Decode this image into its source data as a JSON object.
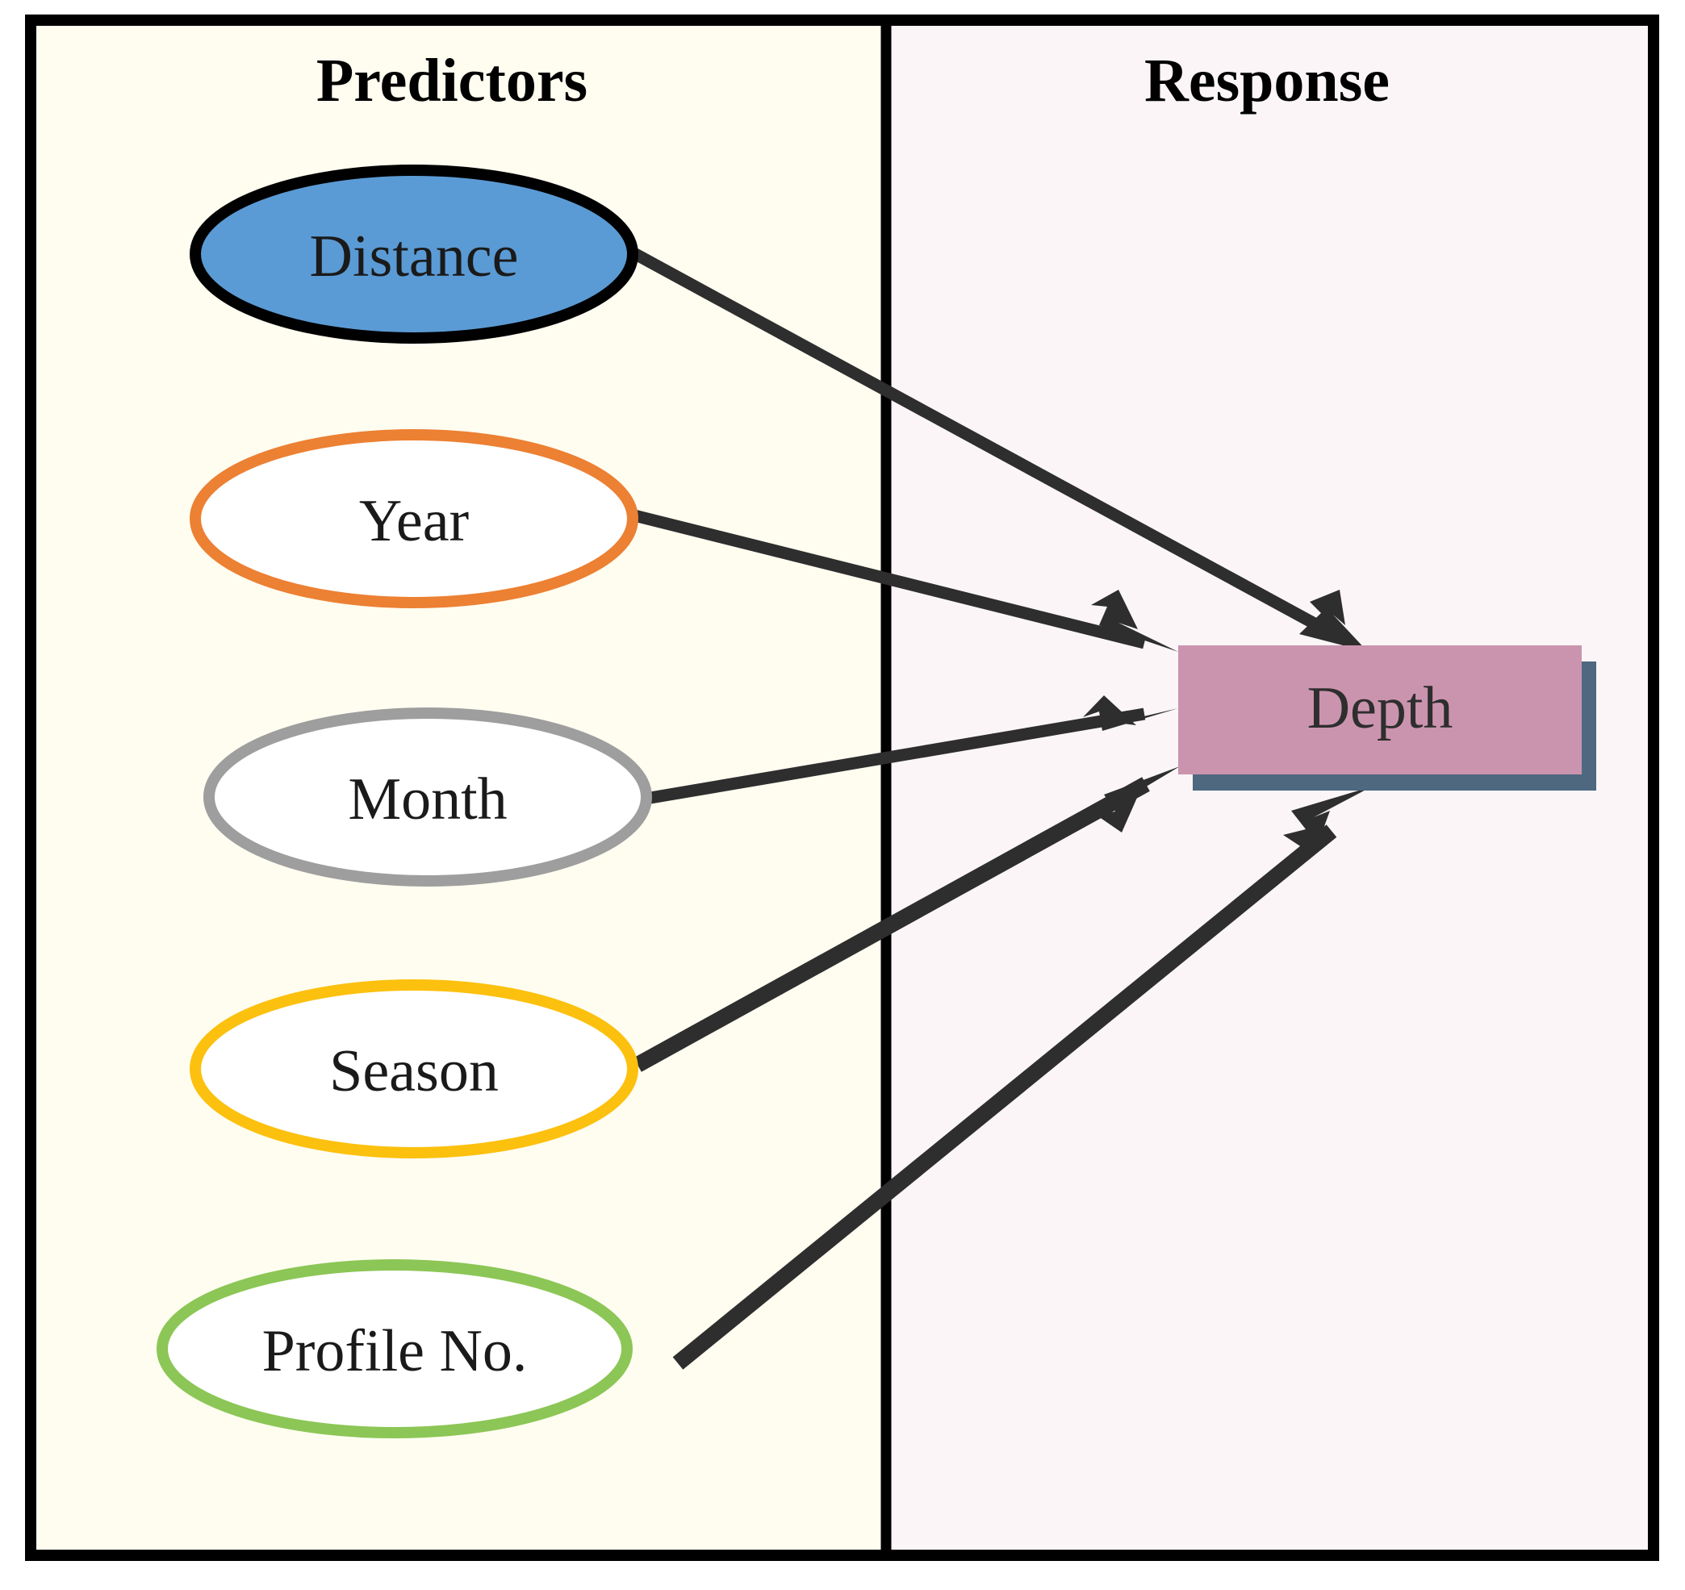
{
  "figure": {
    "type": "flow-diagram",
    "description": "Model schematic mapping predictor variables to a response variable"
  },
  "panels": {
    "left": {
      "title": "Predictors",
      "background_color": "#fffdf0"
    },
    "right": {
      "title": "Response",
      "background_color": "#fbf5f7"
    },
    "frame_color": "#000000",
    "divider_color": "#000000"
  },
  "predictors": [
    {
      "label": "Distance",
      "outline_color": "#000000",
      "fill_color": "#5b9bd5",
      "outline_width": 14
    },
    {
      "label": "Year",
      "outline_color": "#ec8033",
      "fill_color": "#ffffff",
      "outline_width": 14
    },
    {
      "label": "Month",
      "outline_color": "#9e9e9e",
      "fill_color": "#ffffff",
      "outline_width": 14
    },
    {
      "label": "Season",
      "outline_color": "#fcc00e",
      "fill_color": "#ffffff",
      "outline_width": 14
    },
    {
      "label": "Profile No.",
      "outline_color": "#8cc656",
      "fill_color": "#ffffff",
      "outline_width": 14
    }
  ],
  "response": {
    "label": "Depth",
    "fill_color": "#cb94ae",
    "shadow_color": "#4e6880"
  },
  "edges": [
    {
      "from": "Distance",
      "to": "Depth",
      "arrow_color": "#2e2e2e"
    },
    {
      "from": "Year",
      "to": "Depth",
      "arrow_color": "#2e2e2e"
    },
    {
      "from": "Month",
      "to": "Depth",
      "arrow_color": "#2e2e2e"
    },
    {
      "from": "Season",
      "to": "Depth",
      "arrow_color": "#2e2e2e"
    },
    {
      "from": "Profile No.",
      "to": "Depth",
      "arrow_color": "#2e2e2e"
    }
  ]
}
